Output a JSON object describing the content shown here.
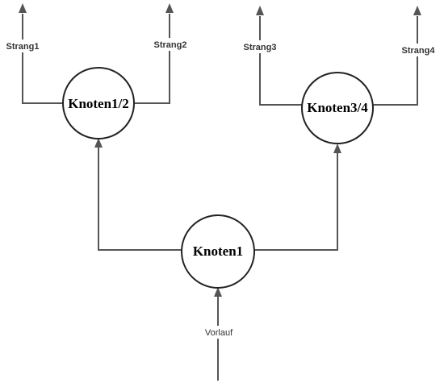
{
  "nodes": {
    "knoten12": "Knoten1/2",
    "knoten34": "Knoten3/4",
    "knoten1": "Knoten1"
  },
  "labels": {
    "strang1": "Strang1",
    "strang2": "Strang2",
    "strang3": "Strang3",
    "strang4": "Strang4",
    "vorlauf": "Vorlauf"
  },
  "colors": {
    "line": "#555555",
    "node_stroke": "#222222"
  }
}
